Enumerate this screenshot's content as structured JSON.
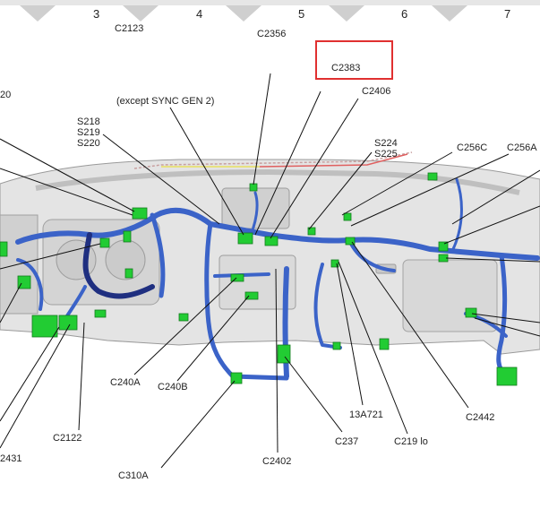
{
  "column_markers": [
    "3",
    "4",
    "5",
    "6",
    "7"
  ],
  "callouts": {
    "c2123": "C2123",
    "c2356": "C2356",
    "c2383": "C2383",
    "c2406": "C2406",
    "except_sync": "(except SYNC GEN 2)",
    "s218": "S218",
    "s219": "S219",
    "s220": "S220",
    "left_cut": "20",
    "s224": "S224",
    "s225": "S225",
    "c256c": "C256C",
    "c256a": "C256A",
    "c240a": "C240A",
    "c240b": "C240B",
    "c310a": "C310A",
    "c2402": "C2402",
    "c237": "C237",
    "c219": "C219 lo",
    "c2442": "C2442",
    "c13a721": "13A721",
    "c2122": "C2122",
    "c2431": "2431"
  },
  "highlighted_callout": "C2383",
  "colors": {
    "harness": "#3b63c8",
    "harness_dark": "#1f2f80",
    "connector": "#22cc33",
    "highlight": "#e03030",
    "dash_outline": "#b0b0b0"
  }
}
